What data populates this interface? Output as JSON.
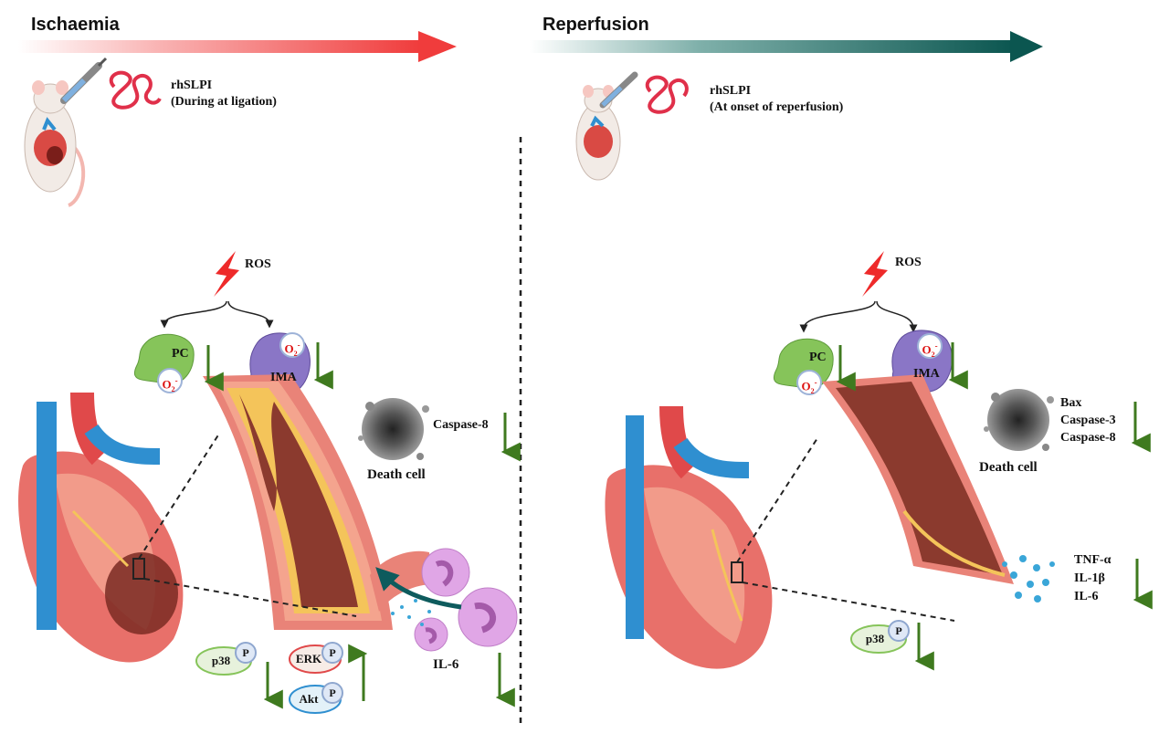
{
  "ischaemia": {
    "title": "Ischaemia",
    "drug_line1": "rhSLPI",
    "drug_line2": "(During at ligation)",
    "ros": "ROS",
    "pc": "PC",
    "ima": "IMA",
    "o2": "O",
    "caspase": "Caspase-8",
    "death_cell": "Death cell",
    "il6": "IL-6",
    "p38": "p38",
    "erk": "ERK",
    "akt": "Akt",
    "p": "P"
  },
  "reperfusion": {
    "title": "Reperfusion",
    "drug_line1": "rhSLPI",
    "drug_line2": "(At onset of reperfusion)",
    "ros": "ROS",
    "pc": "PC",
    "ima": "IMA",
    "o2": "O",
    "bax": "Bax",
    "caspase3": "Caspase-3",
    "caspase8": "Caspase-8",
    "death_cell": "Death cell",
    "tnf": "TNF-α",
    "il1b": "IL-1β",
    "il6": "IL-6",
    "p38": "p38",
    "p": "P"
  },
  "colors": {
    "ischaemia_arrow": "#f04040",
    "reperfusion_arrow": "#0d5a53",
    "down_arrow": "#3f7a1f",
    "heart": "#e8706a",
    "vessel": "#e98378",
    "plaque": "#f4c45a",
    "pc_cell": "#86c45a",
    "ima_cell": "#8a76c6",
    "neutrophil": "#e0a6e6",
    "cytokine": "#3aa6d8"
  },
  "icons": [
    "mouse-icon",
    "syringe-icon",
    "protein-icon",
    "lightning-icon",
    "heart-icon",
    "death-cell-icon",
    "neutrophil-icon"
  ]
}
